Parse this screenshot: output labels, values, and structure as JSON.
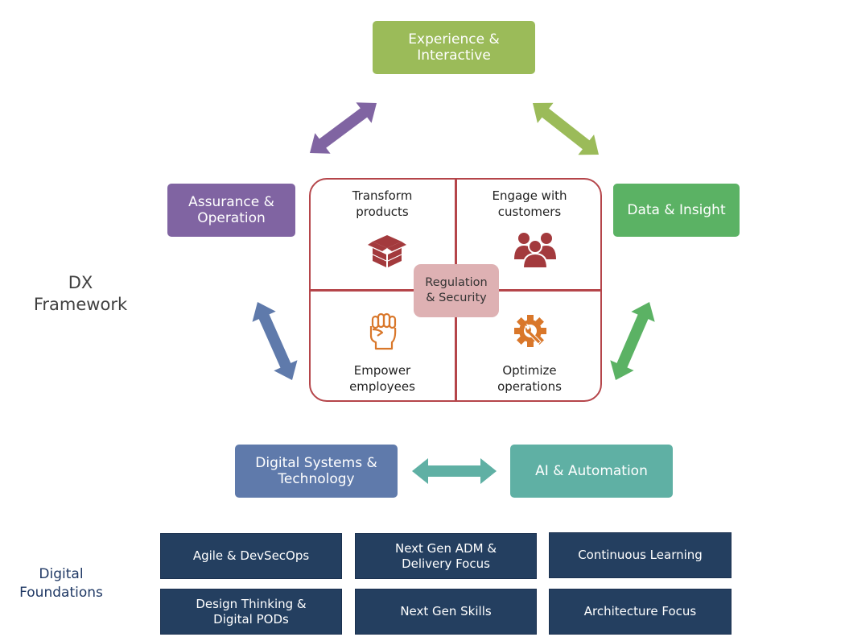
{
  "diagram": {
    "title_label": "DX Framework",
    "title_lines": [
      "DX",
      "Framework"
    ],
    "pillars": {
      "experience": {
        "lines": [
          "Experience &",
          "Interactive"
        ],
        "color": "#9bbb59"
      },
      "assurance": {
        "lines": [
          "Assurance &",
          "Operation"
        ],
        "color": "#8064a2"
      },
      "data": {
        "lines": [
          "Data & Insight"
        ],
        "color": "#5bb264"
      },
      "digital_systems": {
        "lines": [
          "Digital Systems &",
          "Technology"
        ],
        "color": "#5f7aab"
      },
      "ai": {
        "lines": [
          "AI & Automation"
        ],
        "color": "#5fb0a4"
      }
    },
    "arrows": [
      {
        "from": "assurance",
        "to": "experience",
        "color": "#8064a2"
      },
      {
        "from": "experience",
        "to": "data",
        "color": "#9bbb59"
      },
      {
        "from": "assurance",
        "to": "digital_systems",
        "color": "#5f7aab"
      },
      {
        "from": "data",
        "to": "ai",
        "color": "#5bb264"
      },
      {
        "from": "digital_systems",
        "to": "ai",
        "color": "#5fb0a4"
      }
    ],
    "core": {
      "border_color": "#b5454a",
      "quadrants": [
        {
          "lines": [
            "Transform",
            "products"
          ],
          "icon": "box-icon"
        },
        {
          "lines": [
            "Engage with",
            "customers"
          ],
          "icon": "people-icon"
        },
        {
          "lines": [
            "Empower",
            "employees"
          ],
          "icon": "fist-icon"
        },
        {
          "lines": [
            "Optimize",
            "operations"
          ],
          "icon": "gear-wrench-icon"
        }
      ],
      "center": {
        "lines": [
          "Regulation",
          "& Security"
        ],
        "color": "#deb1b3"
      }
    },
    "foundations": {
      "label_lines": [
        "Digital",
        "Foundations"
      ],
      "color": "#243f60",
      "items": [
        {
          "lines": [
            "Agile & DevSecOps"
          ]
        },
        {
          "lines": [
            "Next Gen ADM &",
            "Delivery Focus"
          ]
        },
        {
          "lines": [
            "Continuous Learning"
          ]
        },
        {
          "lines": [
            "Design Thinking &",
            "Digital PODs"
          ]
        },
        {
          "lines": [
            "Next Gen Skills"
          ]
        },
        {
          "lines": [
            "Architecture Focus"
          ]
        }
      ]
    },
    "colors": {
      "icon_dark_red": "#a33a3d",
      "icon_orange": "#d9772a",
      "title_text": "#404040",
      "foundation_label": "#1f3864"
    }
  }
}
